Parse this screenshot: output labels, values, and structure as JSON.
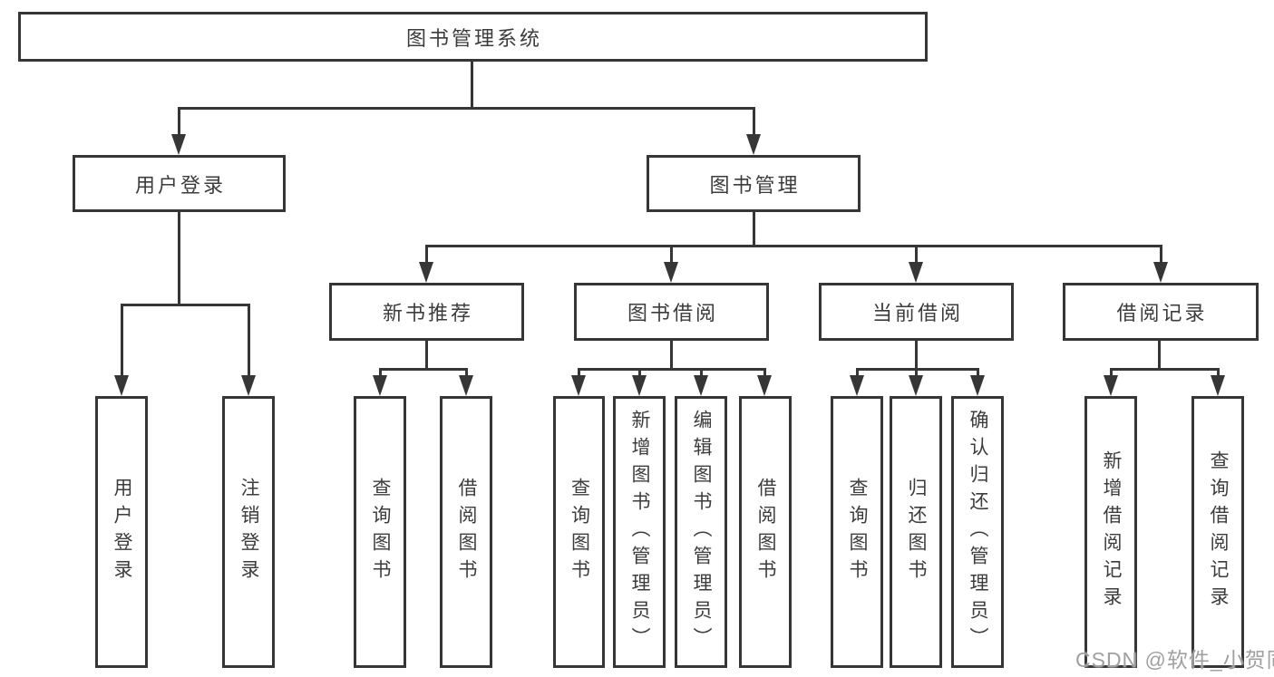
{
  "tree": {
    "root": "图书管理系统",
    "level2": [
      "用户登录",
      "图书管理"
    ],
    "level3": [
      "新书推荐",
      "图书借阅",
      "当前借阅",
      "借阅记录"
    ],
    "leaves": {
      "user_login": [
        "用户登录",
        "注销登录"
      ],
      "new_book": [
        "查询图书",
        "借阅图书"
      ],
      "book_borrow": [
        "查询图书",
        "新增图书（管理员）",
        "编辑图书（管理员）",
        "借阅图书"
      ],
      "current_borrow": [
        "查询图书",
        "归还图书",
        "确认归还（管理员）"
      ],
      "borrow_record": [
        "新增借阅记录",
        "查询借阅记录"
      ]
    }
  },
  "watermark": {
    "text": "CSDN @软件_小贺同学"
  },
  "colors": {
    "line": "#363636",
    "text": "#3c3c3c",
    "watermark": "#a0a0a0",
    "background": "#ffffff"
  }
}
